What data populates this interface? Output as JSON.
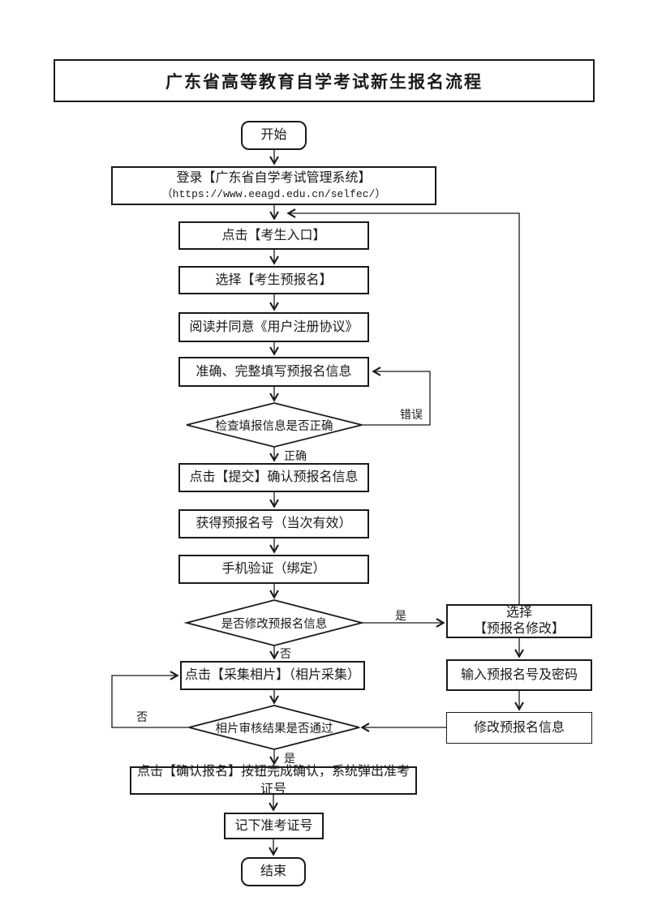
{
  "page": {
    "title": "广东省高等教育自学考试新生报名流程"
  },
  "nodes": {
    "start": "开始",
    "login_line1": "登录【广东省自学考试管理系统】",
    "login_line2": "（https://www.eeagd.edu.cn/selfec/）",
    "candidate_entry": "点击【考生入口】",
    "pre_registration": "选择【考生预报名】",
    "agreement": "阅读并同意《用户注册协议》",
    "fill_info": "准确、完整填写预报名信息",
    "check_info": "检查填报信息是否正确",
    "submit": "点击【提交】确认预报名信息",
    "get_number": "获得预报名号（当次有效）",
    "phone_verify": "手机验证（绑定）",
    "modify_decision": "是否修改预报名信息",
    "choose_modify_line1": "选择",
    "choose_modify_line2": "【预报名修改】",
    "photo_collect": "点击【采集相片】（相片采集）",
    "enter_credentials": "输入预报名号及密码",
    "photo_review": "相片审核结果是否通过",
    "modify_info": "修改预报名信息",
    "confirm_registration": "点击【确认报名】按钮完成确认，系统弹出准考证号",
    "note_number": "记下准考证号",
    "end": "结束"
  },
  "edge_labels": {
    "check_error": "错误",
    "check_correct": "正确",
    "modify_yes": "是",
    "modify_no": "否",
    "review_no": "否",
    "review_yes": "是"
  },
  "colors": {
    "line": "#1a1a1a",
    "text": "#1a1a1a",
    "background": "#ffffff",
    "node_fill": "#ffffff"
  }
}
